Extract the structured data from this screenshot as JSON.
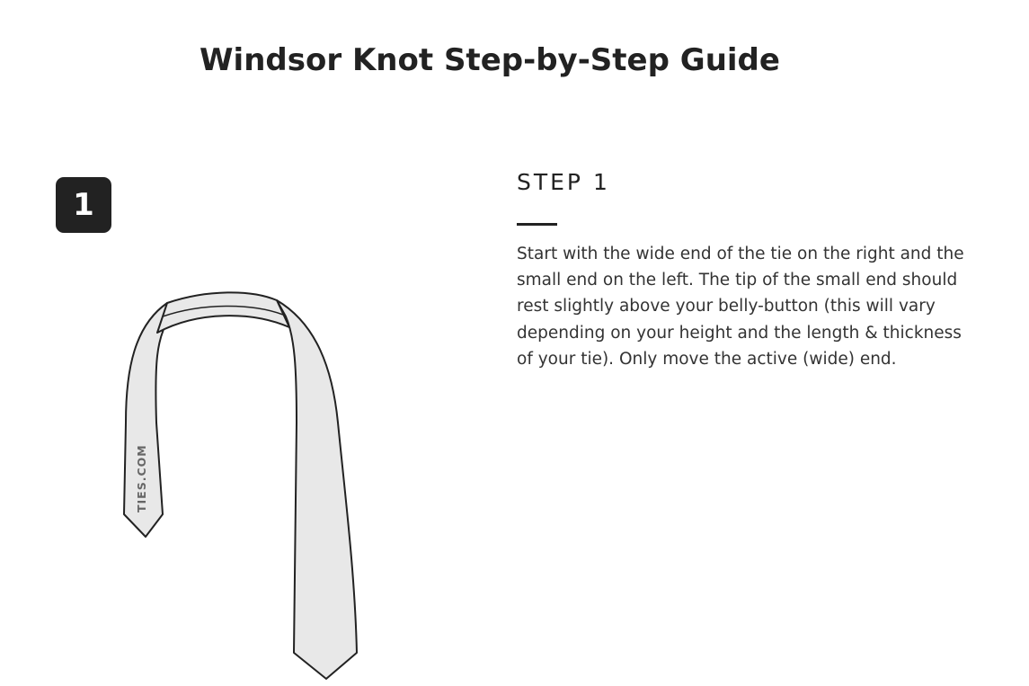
{
  "page": {
    "title": "Windsor Knot Step-by-Step Guide"
  },
  "step": {
    "badge_number": "1",
    "heading": "STEP 1",
    "description": "Start with the wide end of the tie on the right and the small end on the left. The tip of the small end should rest slightly above your belly-button (this will vary depending on your height and the length & thickness of your tie). Only move the active (wide) end."
  },
  "illustration": {
    "watermark": "TIES.COM",
    "tie_fill": "#e8e8e8",
    "outline_color": "#222222"
  },
  "colors": {
    "badge_background": "#222222",
    "text": "#222222"
  }
}
